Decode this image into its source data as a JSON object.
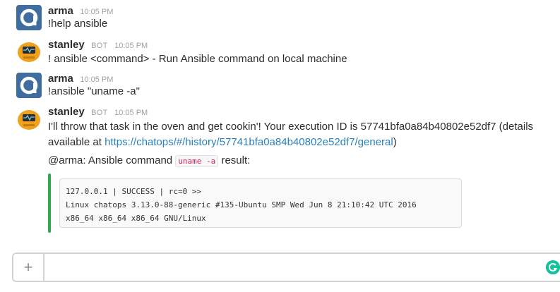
{
  "messages": [
    {
      "user": "arma",
      "time": "10:05 PM",
      "text": "!help ansible"
    },
    {
      "user": "stanley",
      "badge": "BOT",
      "time": "10:05 PM",
      "text": "! ansible <command> - Run Ansible command on local machine"
    },
    {
      "user": "arma",
      "time": "10:05 PM",
      "text": "!ansible \"uname -a\""
    },
    {
      "user": "stanley",
      "badge": "BOT",
      "time": "10:05 PM",
      "text_part1": "I'll throw that task in the oven and get cookin'! Your execution ID is 57741bfa0a84b40802e52df7 (details",
      "text_part2": "available at ",
      "link": "https://chatops/#/history/57741bfa0a84b40802e52df7/general",
      "text_part3": ")",
      "result_prefix": "@arma: Ansible command ",
      "result_code": "uname -a",
      "result_suffix": " result:",
      "output_lines": [
        "127.0.0.1 | SUCCESS | rc=0 >>",
        "Linux chatops 3.13.0-88-generic #135-Ubuntu SMP Wed Jun 8 21:10:42 UTC 2016",
        "x86_64 x86_64 x86_64 GNU/Linux"
      ]
    }
  ],
  "composer": {
    "plus_label": "+"
  },
  "colors": {
    "arma_avatar": "#3f6e9e",
    "stanley_avatar": "#f0a21e",
    "success_bar": "#2fa84f",
    "link": "#2a80b9"
  }
}
